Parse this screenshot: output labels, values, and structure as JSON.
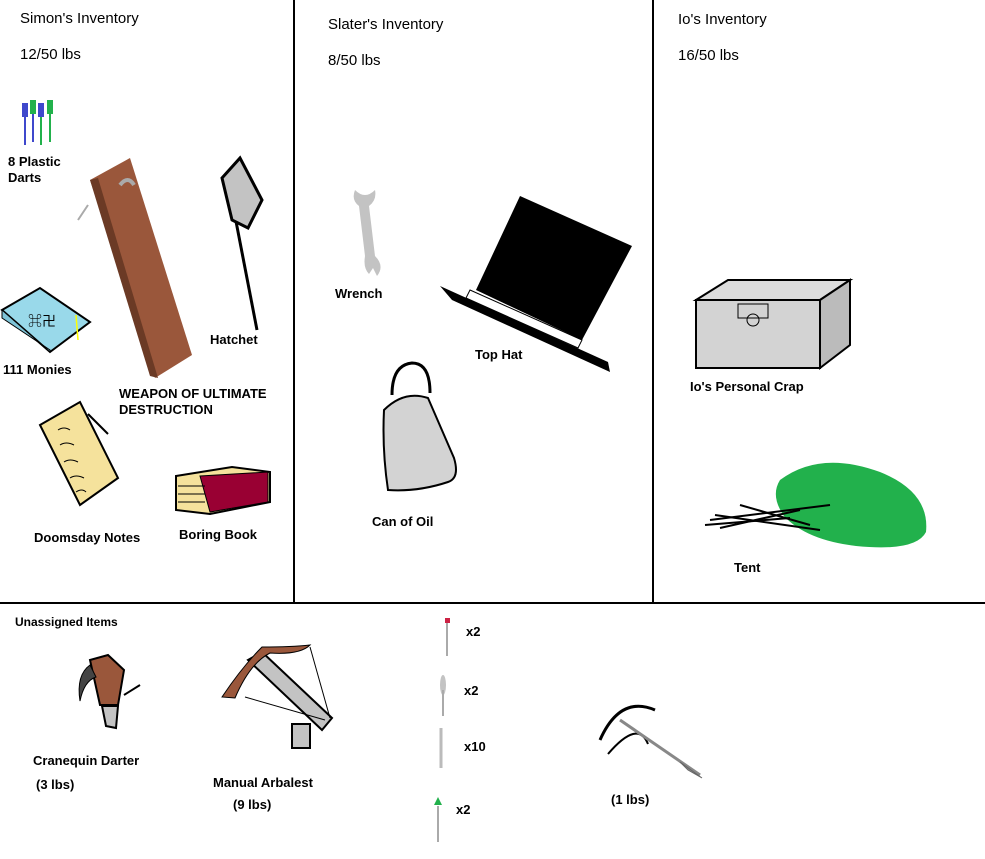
{
  "inventories": [
    {
      "title": "Simon's Inventory",
      "weight": "12/50 lbs",
      "items": [
        "8 Plastic Darts",
        "111 Monies",
        "WEAPON OF ULTIMATE DESTRUCTION",
        "Hatchet",
        "Doomsday Notes",
        "Boring Book"
      ]
    },
    {
      "title": "Slater's Inventory",
      "weight": "8/50 lbs",
      "items": [
        "Wrench",
        "Top Hat",
        "Can of Oil"
      ]
    },
    {
      "title": "Io's Inventory",
      "weight": "16/50 lbs",
      "items": [
        "Io's Personal Crap",
        "Tent"
      ]
    }
  ],
  "unassigned": {
    "title": "Unassigned Items",
    "items": [
      {
        "name": "Cranequin Darter",
        "weight": "(3 lbs)"
      },
      {
        "name": "Manual Arbalest",
        "weight": "(9 lbs)"
      },
      {
        "name": "",
        "weight": "(1 lbs)"
      }
    ],
    "bolts": [
      {
        "icon": "red-tipped-bolt-icon",
        "count": "x2"
      },
      {
        "icon": "gray-bolt-icon",
        "count": "x2"
      },
      {
        "icon": "light-bolt-icon",
        "count": "x10"
      },
      {
        "icon": "green-tipped-bolt-icon",
        "count": "x2"
      }
    ]
  },
  "colors": {
    "wood": "#9a573b",
    "book_red": "#990033",
    "money_blue": "#99d9ea",
    "paper": "#f5e29c",
    "tent_green": "#22b14c",
    "gray": "#c3c3c3"
  }
}
